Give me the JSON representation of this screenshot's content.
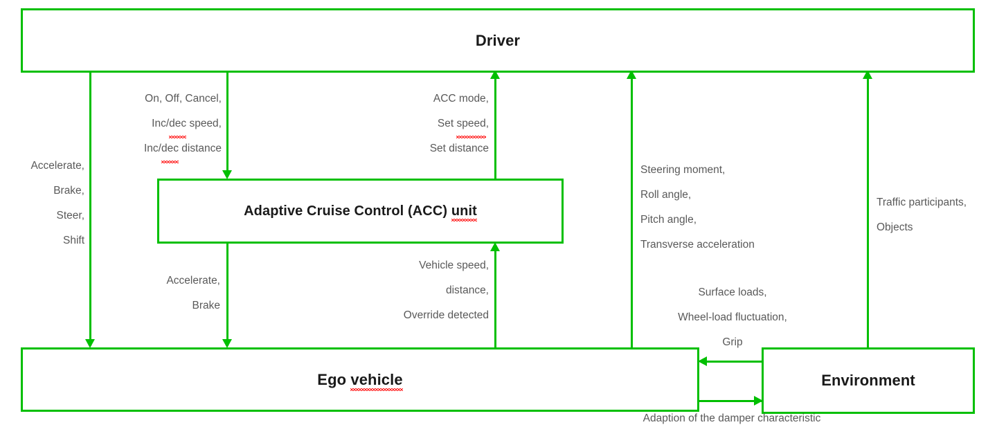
{
  "diagram": {
    "title": "ACC system context diagram",
    "accent_color": "#00bf00",
    "text_color": "#595959",
    "node_text_color": "#1a1a1a",
    "spellcheck_color": "#ff2020",
    "background": "#ffffff"
  },
  "nodes": {
    "driver": {
      "label": "Driver"
    },
    "acc_unit": {
      "label_prefix": "Adaptive Cruise Control (ACC) ",
      "label_spell": "unit"
    },
    "ego_vehicle": {
      "label_prefix": "Ego ",
      "label_spell": "vehicle"
    },
    "environment": {
      "label": "Environment"
    }
  },
  "edge_labels": {
    "driver_to_ego": {
      "lines": [
        "Accelerate,",
        "Brake,",
        "Steer,",
        "Shift"
      ]
    },
    "driver_to_acc": {
      "line1": "On, Off, Cancel,",
      "line2_a": "Inc/",
      "line2_spell": "dec",
      "line2_b": " speed,",
      "line3_a": "Inc/",
      "line3_spell": "dec",
      "line3_b": " distance"
    },
    "acc_to_driver": {
      "line1": "ACC mode,",
      "line2_a": "Set ",
      "line2_spell": "speed",
      "line2_b": ",",
      "line3": "Set distance"
    },
    "acc_to_ego": {
      "lines": [
        "Accelerate,",
        "Brake"
      ]
    },
    "ego_to_acc": {
      "lines": [
        "Vehicle speed,",
        "distance,",
        "Override detected"
      ]
    },
    "ego_to_driver": {
      "lines": [
        "Steering moment,",
        "Roll angle,",
        "Pitch angle,",
        "Transverse acceleration"
      ]
    },
    "environment_to_driver": {
      "lines": [
        "Traffic participants,",
        "Objects"
      ]
    },
    "environment_to_ego": {
      "lines": [
        "Surface loads,",
        "Wheel-load fluctuation,",
        "Grip"
      ]
    },
    "ego_to_environment": {
      "line1": "Adaption of the damper characteristic"
    }
  }
}
